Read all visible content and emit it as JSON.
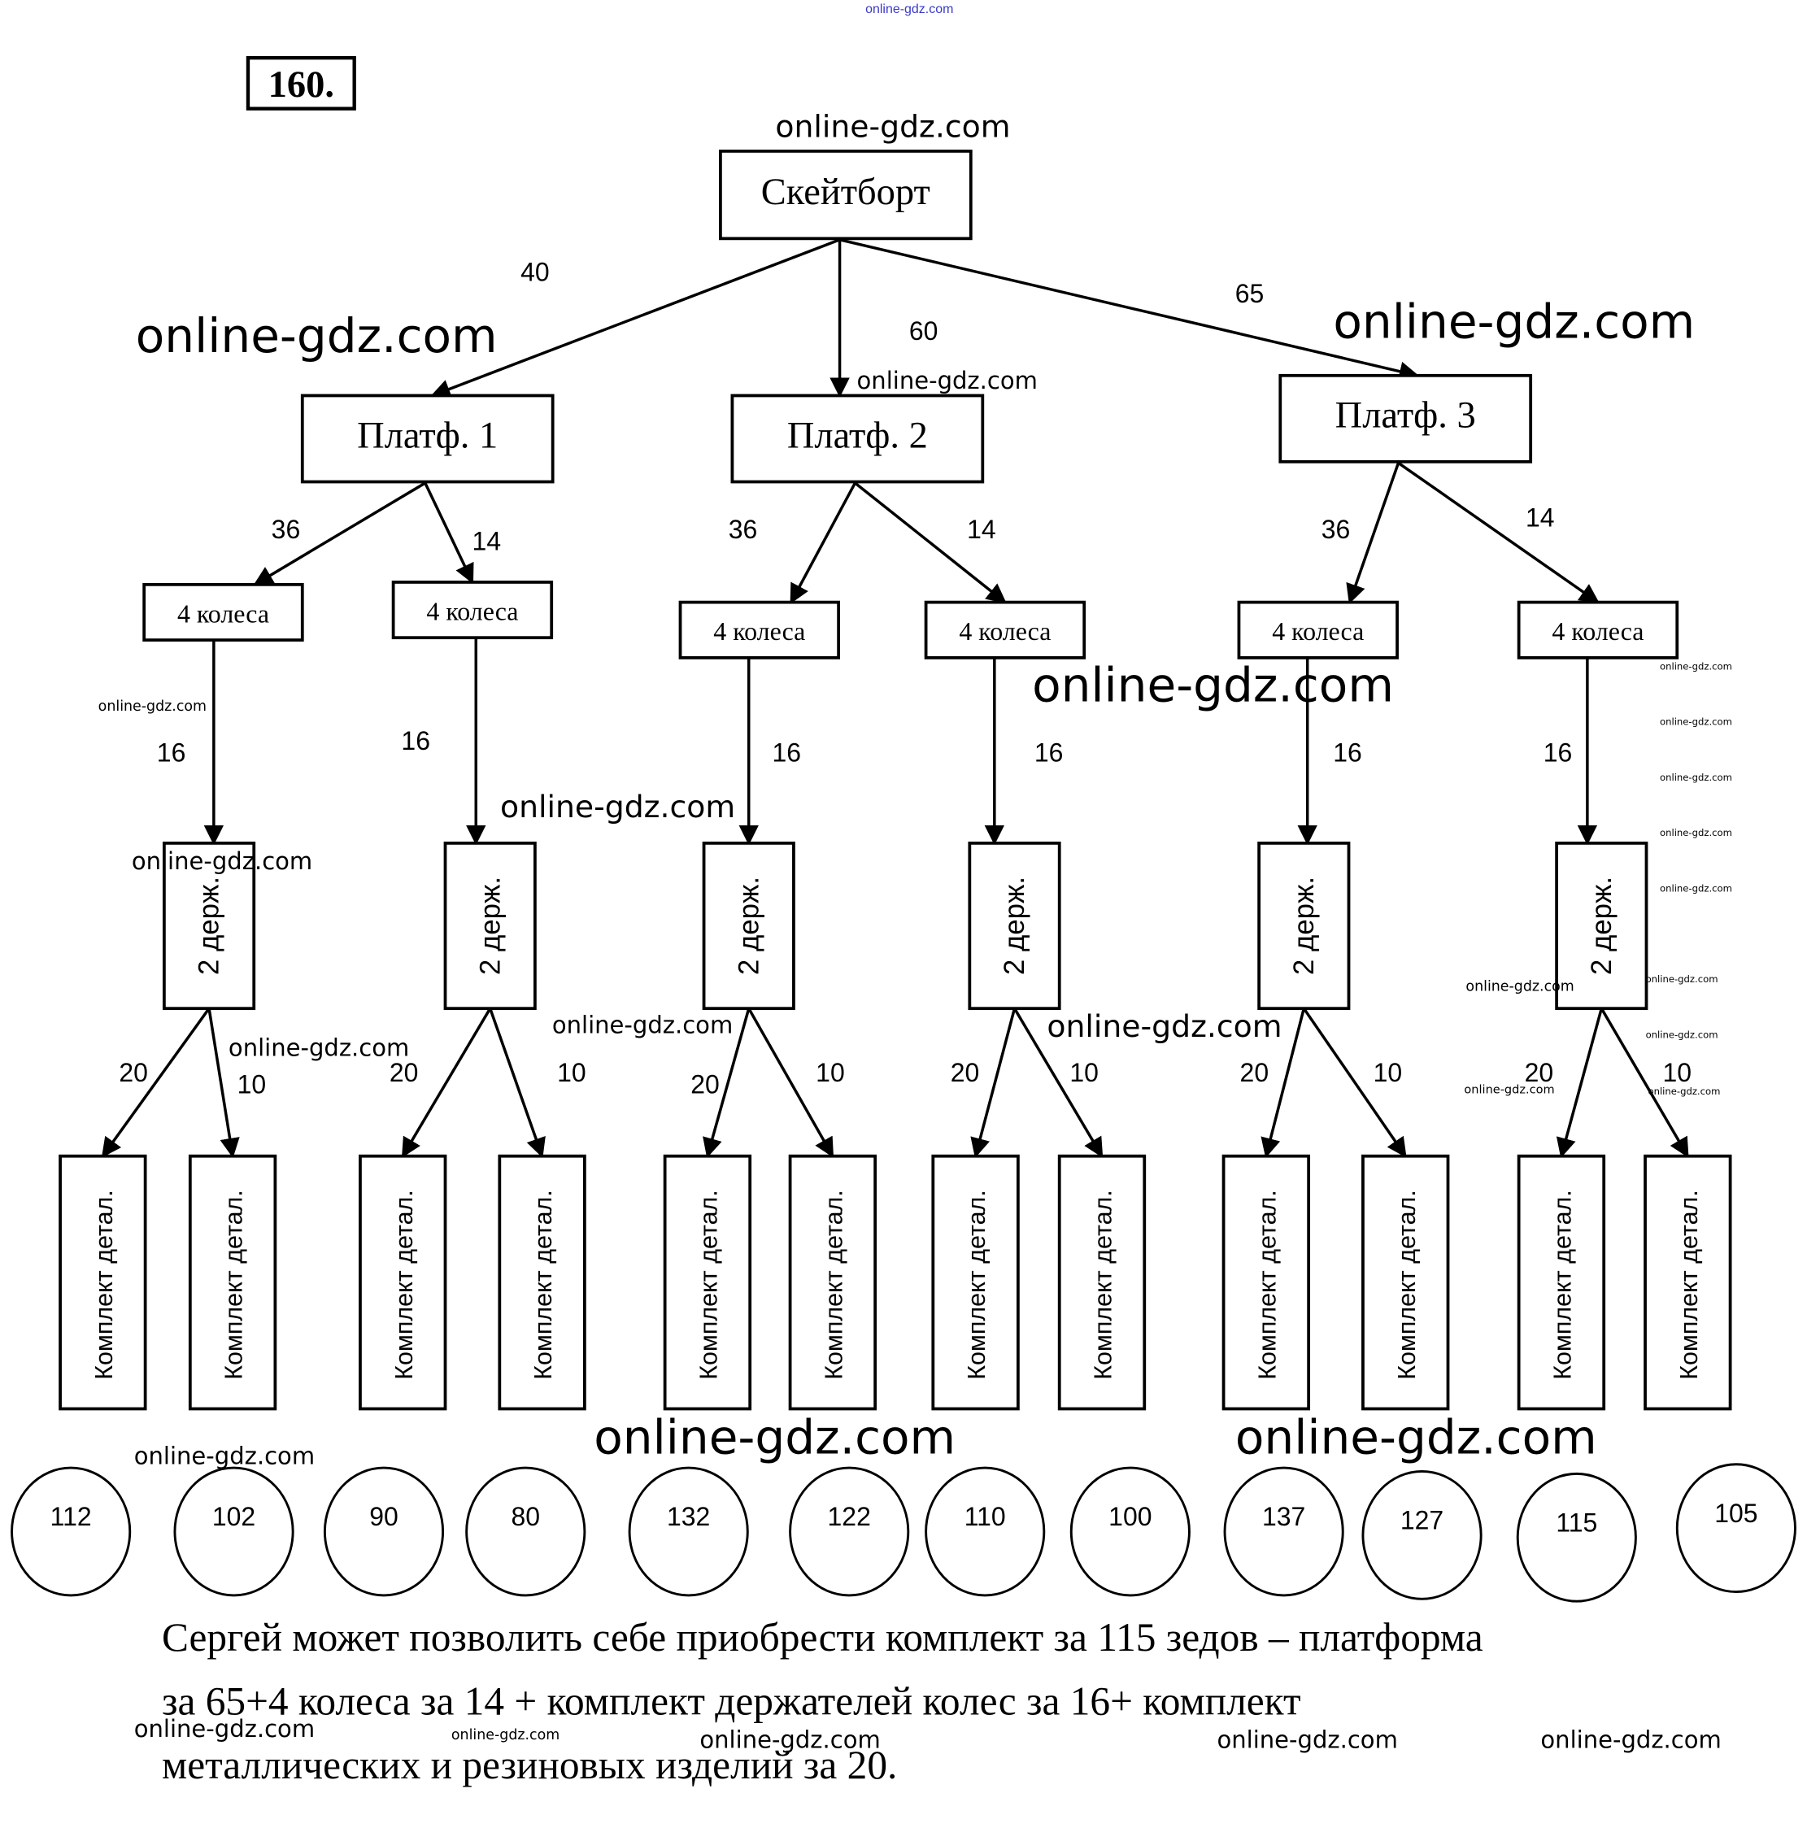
{
  "problem": {
    "number_label": "160."
  },
  "top_watermark": "online-gdz.com",
  "tree": {
    "root": {
      "label": "Скейтборт"
    },
    "platforms": [
      {
        "label": "Платф. 1",
        "price": "40",
        "wheels": [
          {
            "label": "4 колеса",
            "price": "36",
            "holder": {
              "label": "2 держ.",
              "price": "16",
              "sets": [
                {
                  "label": "Комплект детал.",
                  "price": "20",
                  "total": "112"
                },
                {
                  "label": "Комплект детал.",
                  "price": "10",
                  "total": "102"
                }
              ]
            }
          },
          {
            "label": "4 колеса",
            "price": "14",
            "holder": {
              "label": "2 держ.",
              "price": "16",
              "sets": [
                {
                  "label": "Комплект детал.",
                  "price": "20",
                  "total": "90"
                },
                {
                  "label": "Комплект детал.",
                  "price": "10",
                  "total": "80"
                }
              ]
            }
          }
        ]
      },
      {
        "label": "Платф. 2",
        "price": "60",
        "wheels": [
          {
            "label": "4 колеса",
            "price": "36",
            "holder": {
              "label": "2 держ.",
              "price": "16",
              "sets": [
                {
                  "label": "Комплект детал.",
                  "price": "20",
                  "total": "132"
                },
                {
                  "label": "Комплект детал.",
                  "price": "10",
                  "total": "122"
                }
              ]
            }
          },
          {
            "label": "4 колеса",
            "price": "14",
            "holder": {
              "label": "2 держ.",
              "price": "16",
              "sets": [
                {
                  "label": "Комплект детал.",
                  "price": "20",
                  "total": "110"
                },
                {
                  "label": "Комплект детал.",
                  "price": "10",
                  "total": "100"
                }
              ]
            }
          }
        ]
      },
      {
        "label": "Платф. 3",
        "price": "65",
        "wheels": [
          {
            "label": "4 колеса",
            "price": "36",
            "holder": {
              "label": "2 держ.",
              "price": "16",
              "sets": [
                {
                  "label": "Комплект детал.",
                  "price": "20",
                  "total": "137"
                },
                {
                  "label": "Комплект детал.",
                  "price": "10",
                  "total": "127"
                }
              ]
            }
          },
          {
            "label": "4 колеса",
            "price": "14",
            "holder": {
              "label": "2 держ.",
              "price": "16",
              "sets": [
                {
                  "label": "Комплект детал.",
                  "price": "20",
                  "total": "115"
                },
                {
                  "label": "Комплект детал.",
                  "price": "10",
                  "total": "105"
                }
              ]
            }
          }
        ]
      }
    ]
  },
  "answer": {
    "lines": [
      "Сергей может позволить себе приобрести комплект за 115 зедов – платформа",
      "за 65+4 колеса за 14 + комплект держателей колес за 16+ комплект",
      "металлических и резиновых изделий за 20."
    ]
  },
  "watermark_text": "online-gdz.com"
}
